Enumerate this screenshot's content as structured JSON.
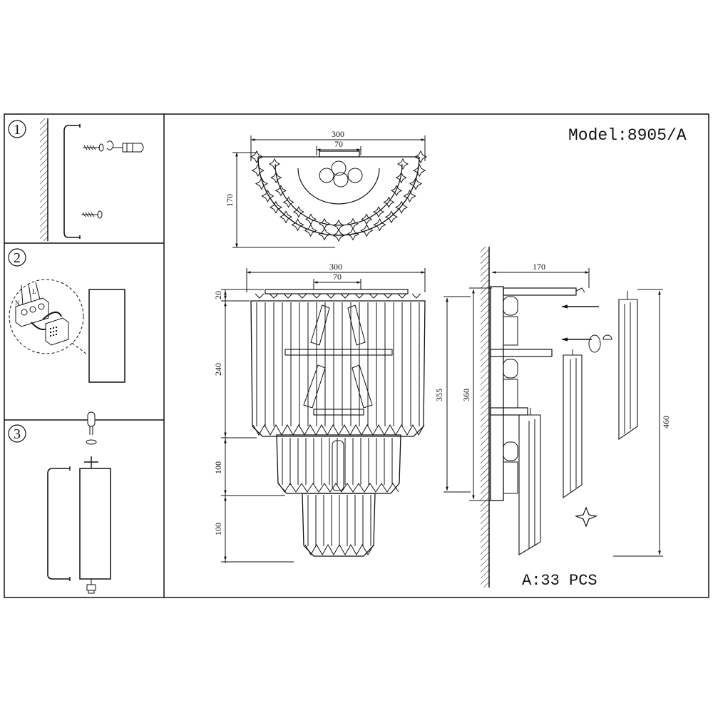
{
  "model": {
    "label": "Model:",
    "number": "8905/A"
  },
  "parts": {
    "quantity": "A:33 PCS"
  },
  "steps": [
    "1",
    "2",
    "3"
  ],
  "wiring_labels": [
    "N",
    "L"
  ],
  "dimensions": {
    "top_width": "300",
    "top_inner": "70",
    "top_depth": "170",
    "front_width": "300",
    "front_inner": "70",
    "front_h1": "20",
    "front_h2": "240",
    "front_h3": "100",
    "front_h4": "100",
    "side_depth": "170",
    "back_plate_h": "355",
    "side_total_h": "360",
    "crystal_length": "460"
  }
}
